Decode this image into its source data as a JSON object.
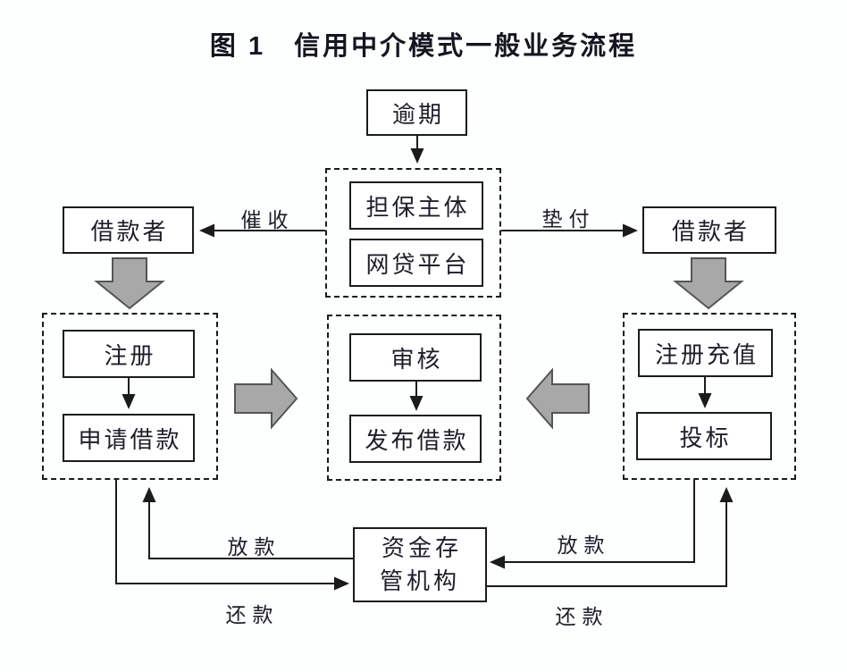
{
  "title": "图 1　信用中介模式一般业务流程",
  "colors": {
    "line": "#1b1b1b",
    "text": "#1e1e2a",
    "block_arrow_fill": "#a8a8a8",
    "block_arrow_stroke": "#555555",
    "background": "#fdfefe"
  },
  "nodes": {
    "overdue": "逾期",
    "guarantor": "担保主体",
    "platform": "网贷平台",
    "borrower_left": "借款者",
    "borrower_right": "借款者",
    "register": "注册",
    "apply_loan": "申请借款",
    "review": "审核",
    "publish_loan": "发布借款",
    "register_recharge": "注册充值",
    "bid": "投标",
    "custodian": "资金存管机构"
  },
  "edge_labels": {
    "collection": "催收",
    "advance": "垫付",
    "disburse_left": "放款",
    "repay_left": "还款",
    "disburse_right": "放款",
    "repay_right": "还款"
  }
}
